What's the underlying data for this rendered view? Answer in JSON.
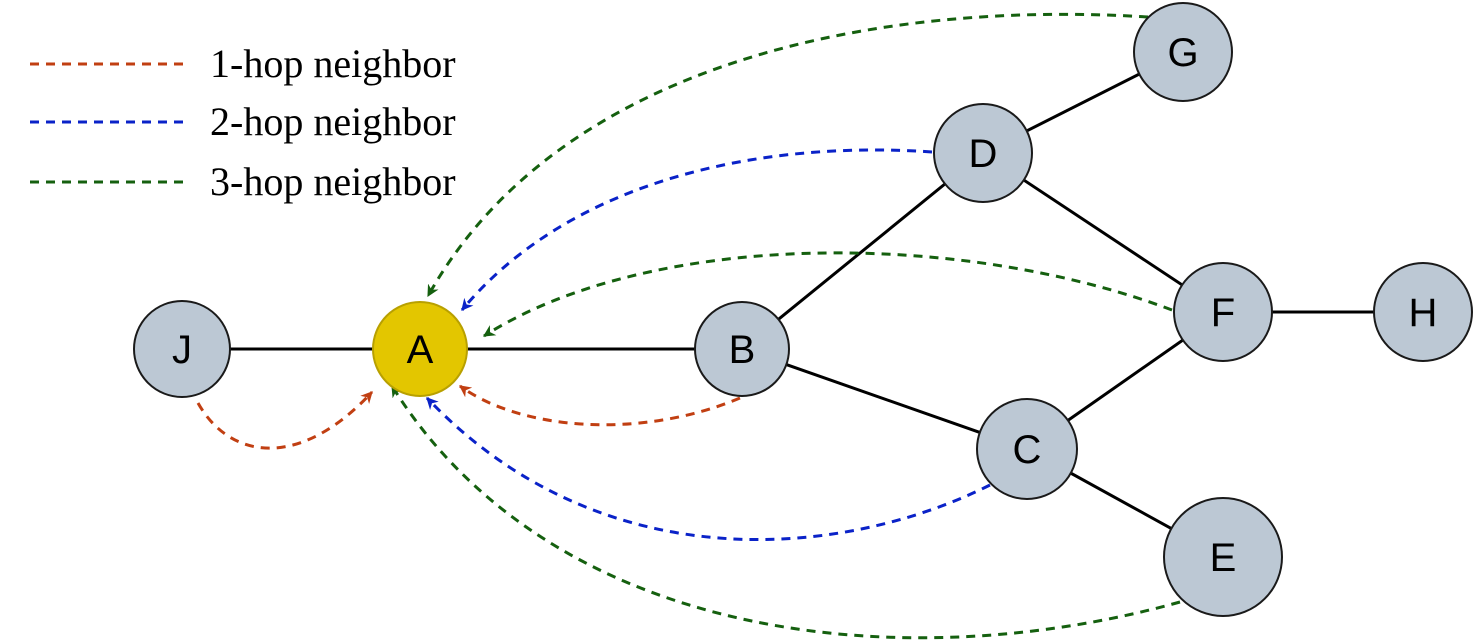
{
  "legend": {
    "items": [
      {
        "label": "1-hop neighbor",
        "color": "#c13f12"
      },
      {
        "label": "2-hop neighbor",
        "color": "#0a22c8"
      },
      {
        "label": "3-hop neighbor",
        "color": "#15600f"
      }
    ]
  },
  "nodes": {
    "J": {
      "label": "J",
      "fill": "#bcc8d4"
    },
    "A": {
      "label": "A",
      "fill": "#e3c600",
      "stroke": "#b8a000"
    },
    "B": {
      "label": "B",
      "fill": "#bcc8d4"
    },
    "D": {
      "label": "D",
      "fill": "#bcc8d4"
    },
    "G": {
      "label": "G",
      "fill": "#bcc8d4"
    },
    "F": {
      "label": "F",
      "fill": "#bcc8d4"
    },
    "H": {
      "label": "H",
      "fill": "#bcc8d4"
    },
    "C": {
      "label": "C",
      "fill": "#bcc8d4"
    },
    "E": {
      "label": "E",
      "fill": "#bcc8d4"
    }
  },
  "edges": [
    [
      "J",
      "A"
    ],
    [
      "A",
      "B"
    ],
    [
      "B",
      "D"
    ],
    [
      "D",
      "G"
    ],
    [
      "D",
      "F"
    ],
    [
      "F",
      "H"
    ],
    [
      "B",
      "C"
    ],
    [
      "C",
      "F"
    ],
    [
      "C",
      "E"
    ]
  ],
  "hops": [
    {
      "from": "J",
      "to": "A",
      "hop": 1
    },
    {
      "from": "B",
      "to": "A",
      "hop": 1
    },
    {
      "from": "D",
      "to": "A",
      "hop": 2
    },
    {
      "from": "C",
      "to": "A",
      "hop": 2
    },
    {
      "from": "G",
      "to": "A",
      "hop": 3
    },
    {
      "from": "F",
      "to": "A",
      "hop": 3
    },
    {
      "from": "E",
      "to": "A",
      "hop": 3
    }
  ]
}
